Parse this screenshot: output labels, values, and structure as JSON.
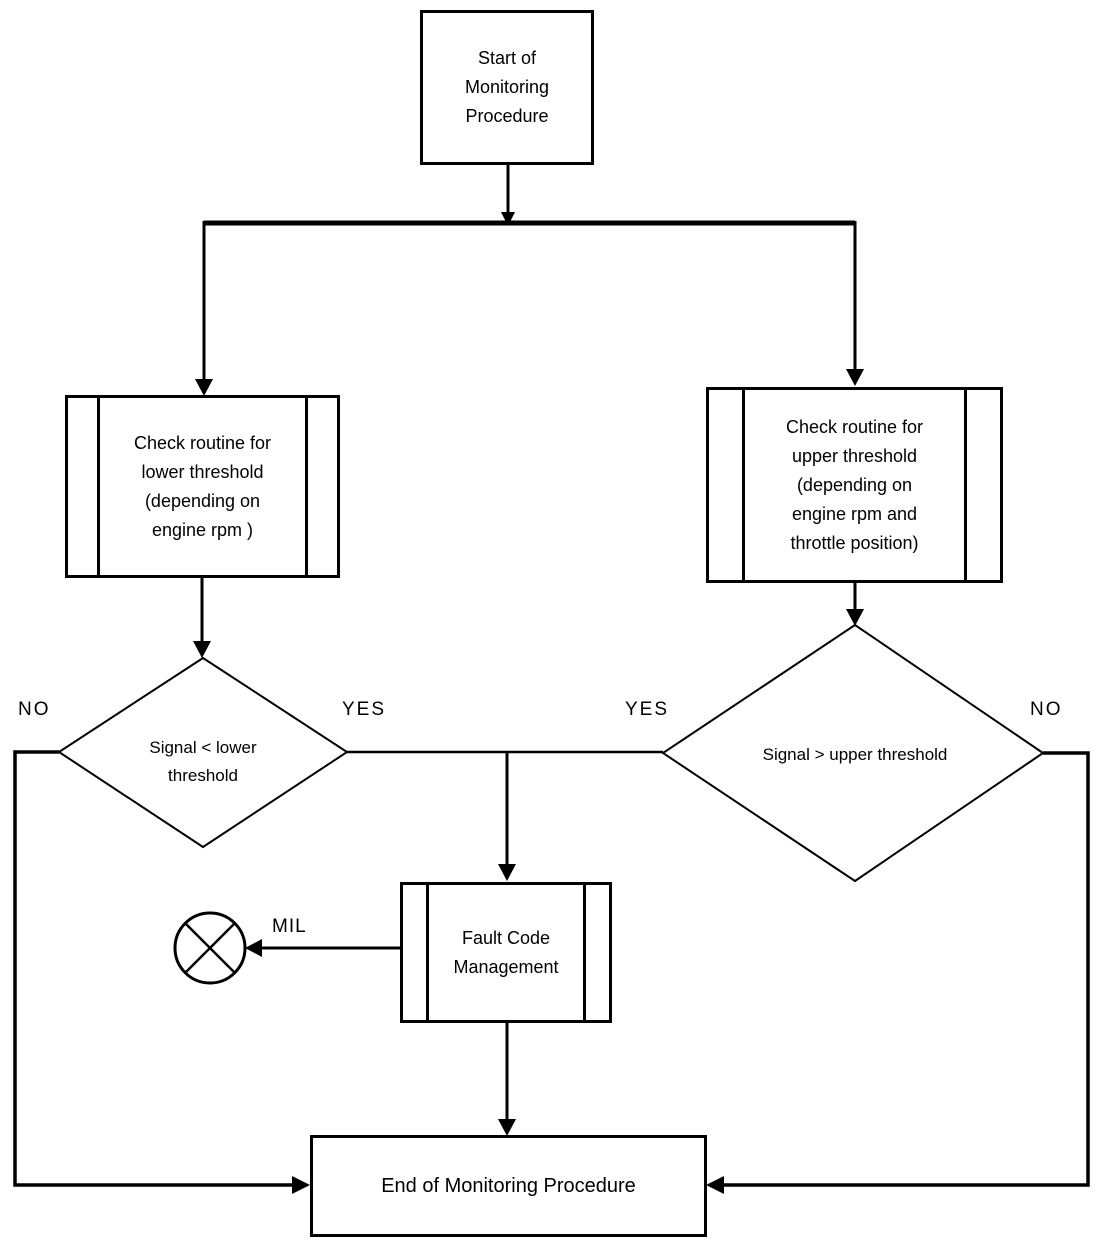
{
  "nodes": {
    "start": {
      "label": "Start of\nMonitoring\nProcedure"
    },
    "check_lower": {
      "label": "Check routine for\nlower threshold\n(depending on\nengine rpm )"
    },
    "check_upper": {
      "label": "Check routine for\nupper threshold\n(depending on\nengine rpm and\nthrottle position)"
    },
    "decision_lower": {
      "label": "Signal < lower\nthreshold"
    },
    "decision_upper": {
      "label": "Signal > upper threshold"
    },
    "fault": {
      "label": "Fault Code\nManagement"
    },
    "end": {
      "label": "End of Monitoring Procedure"
    },
    "mil_lamp": {
      "label": "MIL"
    }
  },
  "edge_labels": {
    "left_no": "NO",
    "left_yes": "YES",
    "right_yes": "YES",
    "right_no": "NO"
  },
  "colors": {
    "background": "#ffffff",
    "line": "#000000",
    "text": "#000000"
  }
}
